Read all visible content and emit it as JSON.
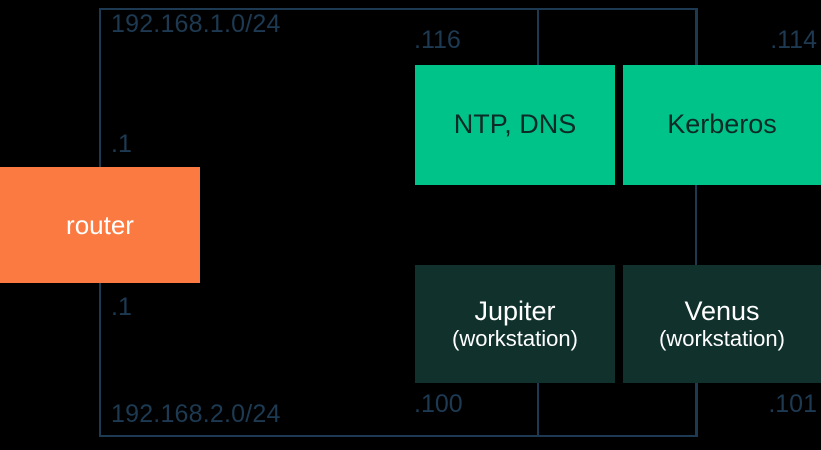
{
  "diagram": {
    "subnets": {
      "upper_label": "192.168.1.0/24",
      "lower_label": "192.168.2.0/24"
    },
    "router": {
      "label": "router",
      "ip_upper": ".1",
      "ip_lower": ".1"
    },
    "services": [
      {
        "name": "NTP, DNS",
        "ip": ".116"
      },
      {
        "name": "Kerberos",
        "ip": ".114"
      }
    ],
    "workstations": [
      {
        "name": "Jupiter",
        "role": "(workstation)",
        "ip": ".100"
      },
      {
        "name": "Venus",
        "role": "(workstation)",
        "ip": ".101"
      }
    ],
    "colors": {
      "background": "#000000",
      "router": "#fb7a41",
      "service": "#00c389",
      "workstation": "#10312c",
      "line": "#1d3a52",
      "service_text": "#0d2b26",
      "light_text": "#ffffff"
    }
  }
}
